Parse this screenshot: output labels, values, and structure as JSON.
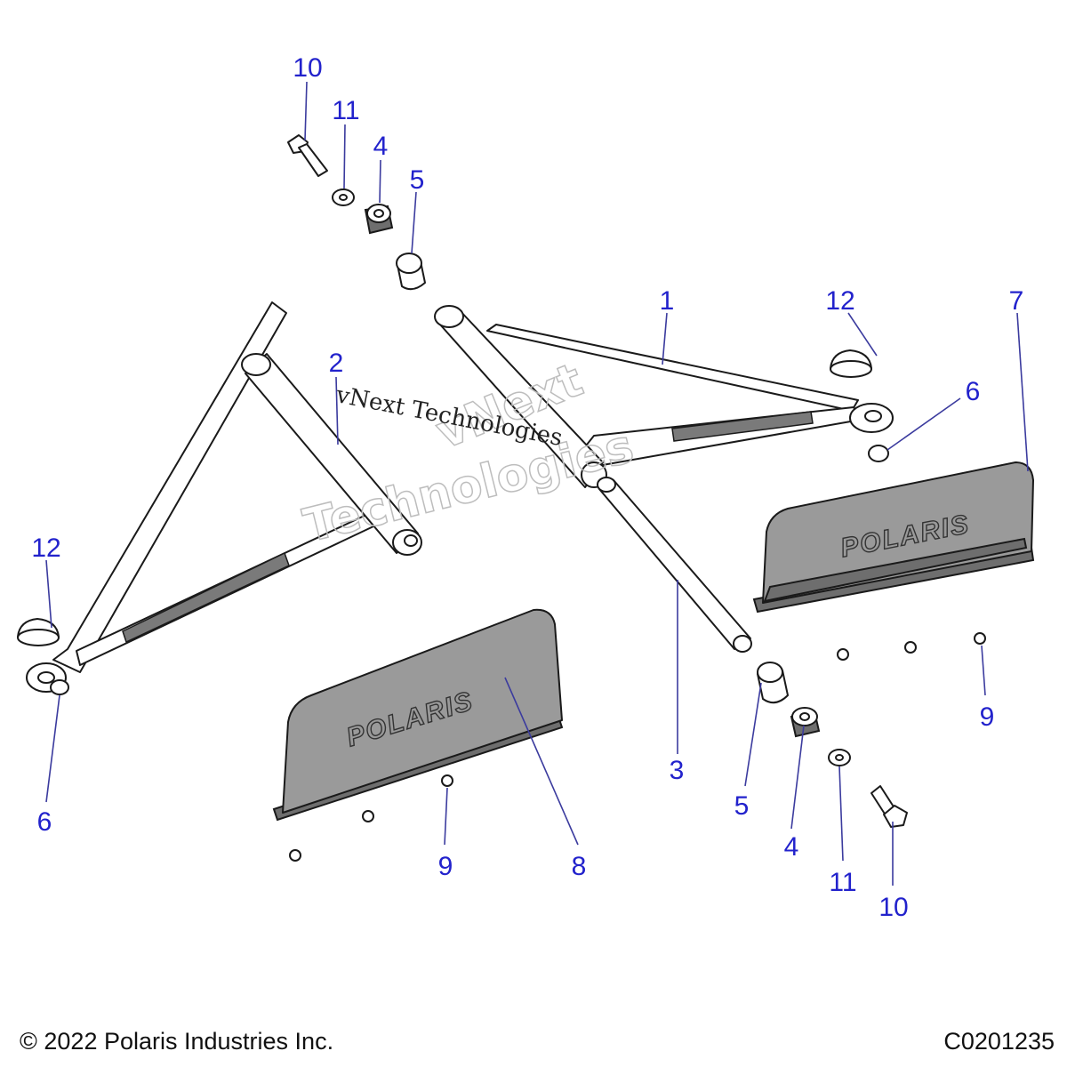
{
  "callouts": {
    "c10a": "10",
    "c11a": "11",
    "c4a": "4",
    "c5a": "5",
    "c1": "1",
    "c12a": "12",
    "c7": "7",
    "c6a": "6",
    "c2": "2",
    "c12b": "12",
    "c6b": "6",
    "c3": "3",
    "c5b": "5",
    "c4b": "4",
    "c11b": "11",
    "c10b": "10",
    "c9a": "9",
    "c9b": "9",
    "c8": "8"
  },
  "logo_text": "POLARIS",
  "watermark": {
    "line1": "vNext Technologies",
    "line2a": "vNext",
    "line2b": "Technologies"
  },
  "footer": {
    "copyright": "© 2022 Polaris Industries Inc.",
    "drawing_id": "C0201235"
  },
  "colors": {
    "callout": "#2222cc",
    "guard": "#9a9a9a"
  }
}
